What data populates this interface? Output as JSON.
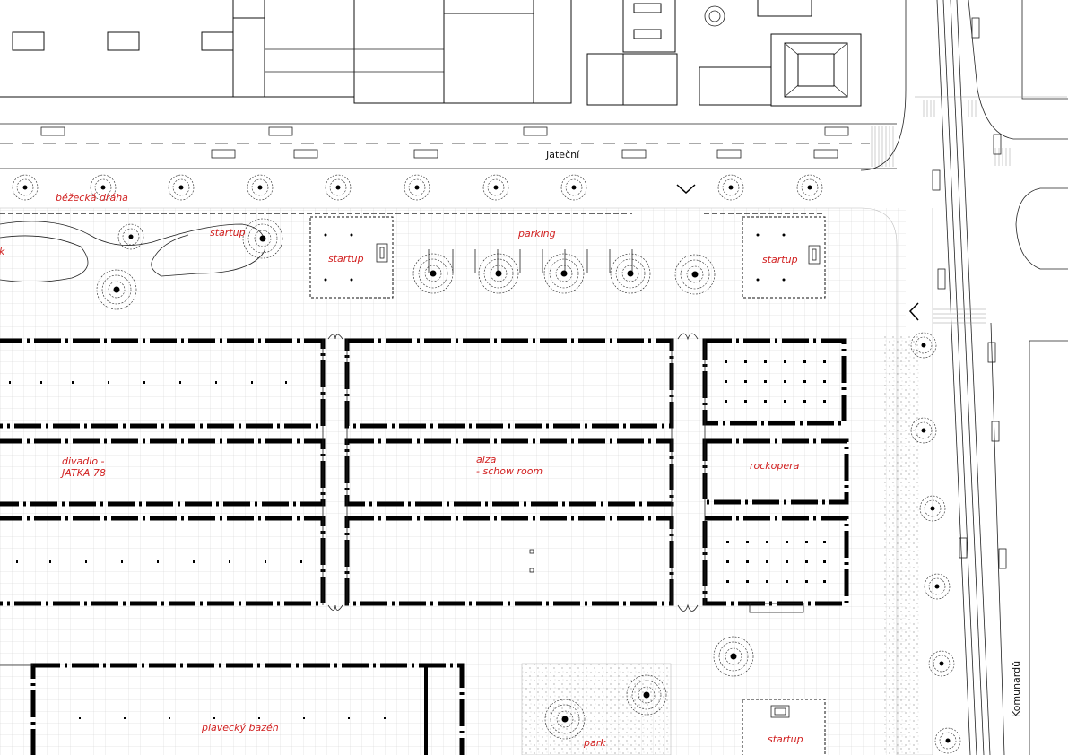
{
  "streets": {
    "top": "Jateční",
    "right": "Komunardů"
  },
  "labels": {
    "running_track": "běžecká dráha",
    "park_left": "k",
    "startup_left": "startup",
    "startup_center_left": "startup",
    "parking": "parking",
    "startup_center_right": "startup",
    "theatre_line1": "divadlo -",
    "theatre_line2": "JATKA 78",
    "alza_line1": "alza",
    "alza_line2": "- schow room",
    "rockopera": "rockopera",
    "swimming_pool": "plavecký bazén",
    "park_bottom": "park",
    "startup_bottom": "startup"
  },
  "icons": {
    "entry_arrow_top": "chevron-down-icon",
    "entry_arrow_right": "chevron-left-icon"
  },
  "colors": {
    "label": "#d11f1f",
    "lines": "#222222"
  }
}
